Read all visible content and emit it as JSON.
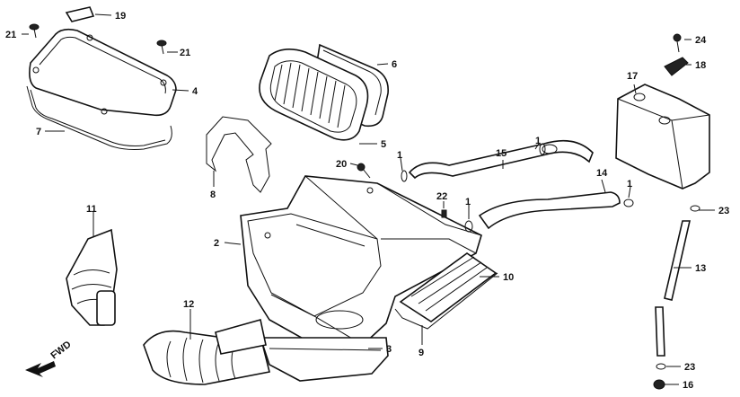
{
  "callouts": [
    {
      "id": "c19a",
      "text": "19"
    },
    {
      "id": "c21a",
      "text": "21"
    },
    {
      "id": "c21b",
      "text": "21"
    },
    {
      "id": "c4",
      "text": "4"
    },
    {
      "id": "c7",
      "text": "7"
    },
    {
      "id": "c6",
      "text": "6"
    },
    {
      "id": "c5",
      "text": "5"
    },
    {
      "id": "c8",
      "text": "8"
    },
    {
      "id": "c20",
      "text": "20"
    },
    {
      "id": "c1a",
      "text": "1"
    },
    {
      "id": "c1b",
      "text": "1"
    },
    {
      "id": "c1c",
      "text": "1"
    },
    {
      "id": "c1d",
      "text": "1"
    },
    {
      "id": "c15",
      "text": "15"
    },
    {
      "id": "c22",
      "text": "22"
    },
    {
      "id": "c14",
      "text": "14"
    },
    {
      "id": "c17",
      "text": "17"
    },
    {
      "id": "c24",
      "text": "24"
    },
    {
      "id": "c18",
      "text": "18"
    },
    {
      "id": "c23a",
      "text": "23"
    },
    {
      "id": "c13",
      "text": "13"
    },
    {
      "id": "c23b",
      "text": "23"
    },
    {
      "id": "c16",
      "text": "16"
    },
    {
      "id": "c11",
      "text": "11"
    },
    {
      "id": "c2",
      "text": "2"
    },
    {
      "id": "c10",
      "text": "10"
    },
    {
      "id": "c12",
      "text": "12"
    },
    {
      "id": "c3",
      "text": "3"
    },
    {
      "id": "c9",
      "text": "9"
    }
  ],
  "direction_label": "FWD"
}
